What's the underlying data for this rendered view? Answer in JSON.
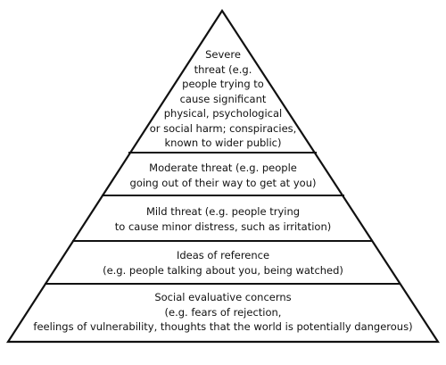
{
  "diagram": {
    "tiers": [
      {
        "id": "severe-threat",
        "lines": [
          "Severe",
          "threat (e.g.",
          "people trying to",
          "cause significant",
          "physical, psychological",
          "or social harm; conspiracies,",
          "known to wider public)"
        ]
      },
      {
        "id": "moderate-threat",
        "lines": [
          "Moderate threat (e.g. people",
          "going out of their way to get at you)"
        ]
      },
      {
        "id": "mild-threat",
        "lines": [
          "Mild threat (e.g. people trying",
          "to cause minor distress, such as irritation)"
        ]
      },
      {
        "id": "ideas-of-reference",
        "lines": [
          "Ideas of reference",
          "(e.g. people talking about you, being watched)"
        ]
      },
      {
        "id": "social-evaluative-concerns",
        "lines": [
          "Social evaluative concerns",
          "(e.g. fears of rejection,",
          "feelings of vulnerability, thoughts that the world is potentially dangerous)"
        ]
      }
    ],
    "colors": {
      "stroke": "#111111",
      "fill": "#ffffff",
      "text": "#111111"
    }
  }
}
